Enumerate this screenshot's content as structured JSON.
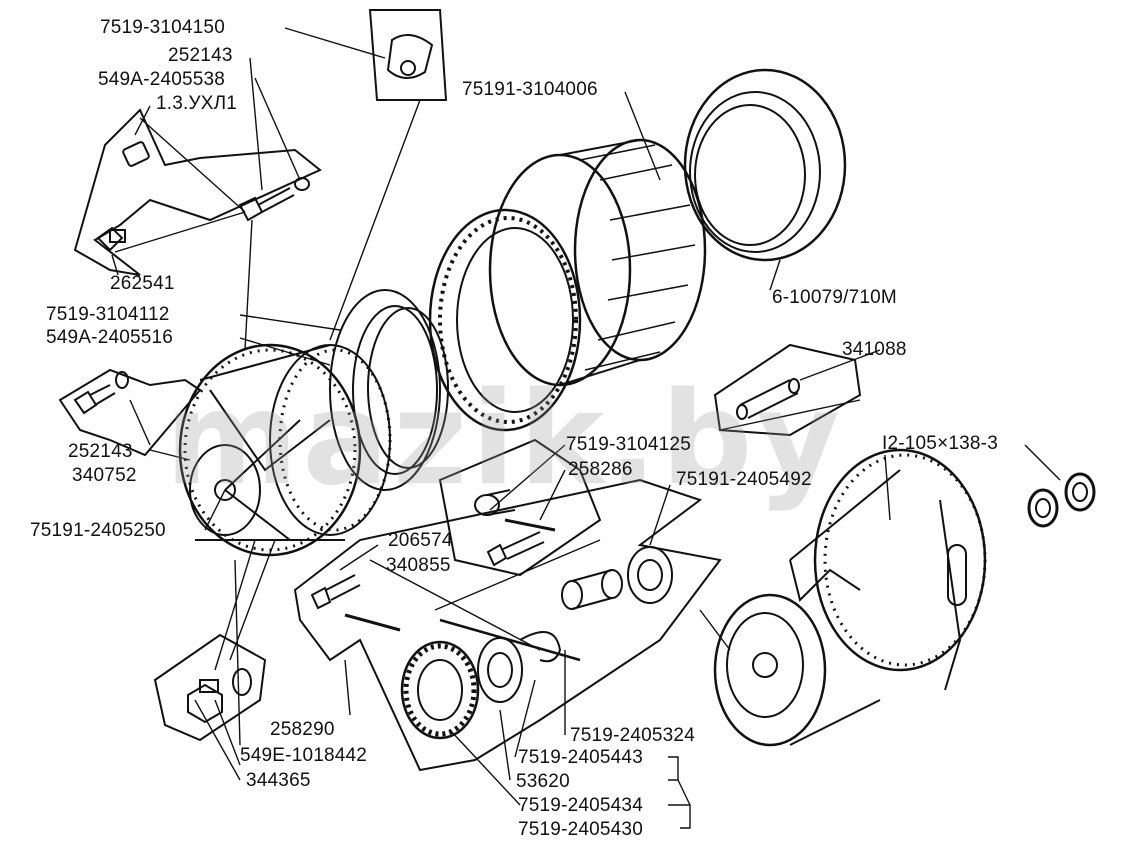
{
  "diagram": {
    "watermark": "mazik.by",
    "labels": {
      "l01": "7519-3104150",
      "l02": "252143",
      "l03": "549А-2405538",
      "l04": "1.3.УХЛ1",
      "l05": "262541",
      "l06": "7519-3104112",
      "l07": "549А-2405516",
      "l08": "252143",
      "l09": "340752",
      "l10": "75191-2405250",
      "l11": "75191-3104006",
      "l12": "6-10079/710М",
      "l13": "341088",
      "l14": "7519-3104125",
      "l15": "258286",
      "l16": "75191-2405492",
      "l17": "I2-105×138-3",
      "l18": "206574",
      "l19": "340855",
      "l20": "258290",
      "l21": "549Е-1018442",
      "l22": "344365",
      "l23": "7519-2405324",
      "l24": "7519-2405443",
      "l25": "53620",
      "l26": "7519-2405434",
      "l27": "7519-2405430"
    }
  }
}
